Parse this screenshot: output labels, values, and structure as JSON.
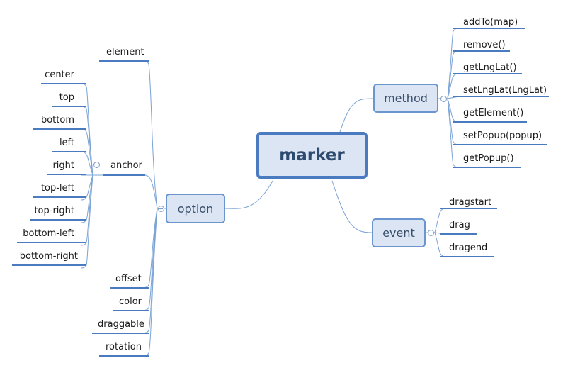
{
  "root": {
    "label": "marker"
  },
  "option": {
    "label": "option",
    "children": {
      "element": "element",
      "anchor": {
        "label": "anchor",
        "children": [
          "center",
          "top",
          "bottom",
          "left",
          "right",
          "top-left",
          "top-right",
          "bottom-left",
          "bottom-right"
        ]
      },
      "offset": "offset",
      "color": "color",
      "draggable": "draggable",
      "rotation": "rotation"
    }
  },
  "method": {
    "label": "method",
    "children": [
      "addTo(map)",
      "remove()",
      "getLngLat()",
      "setLngLat(LngLat)",
      "getElement()",
      "setPopup(popup)",
      "getPopup()"
    ]
  },
  "event": {
    "label": "event",
    "children": [
      "dragstart",
      "drag",
      "dragend"
    ]
  },
  "colors": {
    "line": "#4a7bc1",
    "connector": "#6a9bd1",
    "topic_fill": "#dbe5f3",
    "root_border": "#4a7bc1"
  }
}
